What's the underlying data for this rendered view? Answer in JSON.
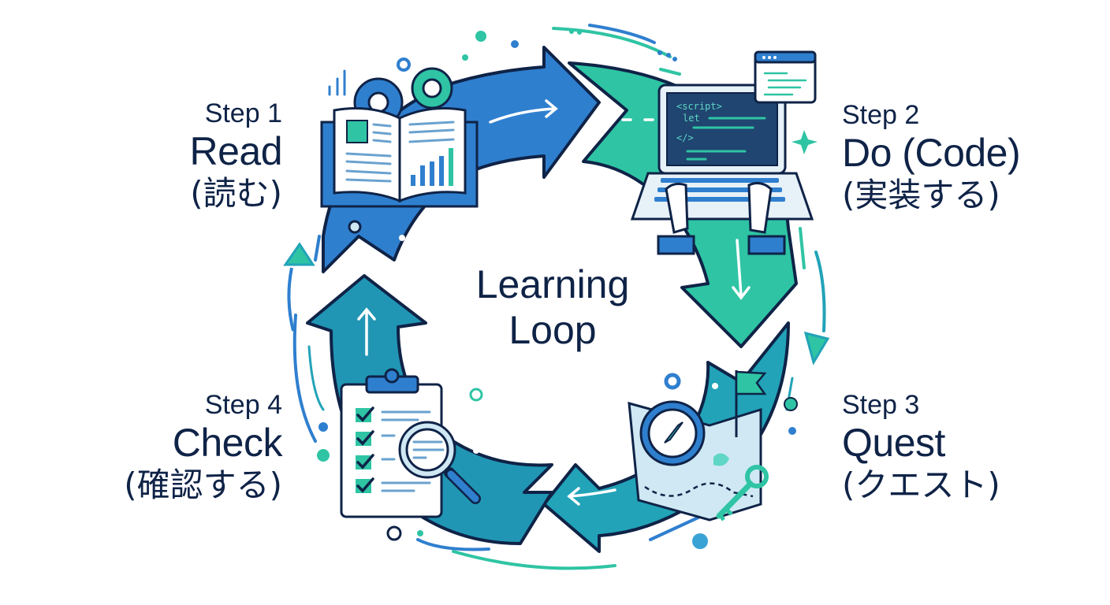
{
  "center": {
    "line1": "Learning",
    "line2": "Loop"
  },
  "steps": [
    {
      "step": "Step 1",
      "title": "Read",
      "jp": "(読む)",
      "icon": "open-book-with-gears-icon",
      "color": "#2f7fcf"
    },
    {
      "step": "Step 2",
      "title": "Do (Code)",
      "jp": "(実装する)",
      "icon": "laptop-typing-hands-icon",
      "color": "#2fc4a4"
    },
    {
      "step": "Step 3",
      "title": "Quest",
      "jp": "(クエスト)",
      "icon": "compass-map-flag-key-icon",
      "color": "#22a3b8"
    },
    {
      "step": "Step 4",
      "title": "Check",
      "jp": "(確認する)",
      "icon": "clipboard-checklist-magnifier-icon",
      "color": "#2196b4"
    }
  ],
  "code_screen": {
    "line1": "<script>",
    "line2": "let",
    "line3": "</>"
  },
  "colors": {
    "text": "#0f2347",
    "outline": "#0f2347",
    "blue": "#2f7fcf",
    "teal": "#2fc4a4",
    "cyan": "#22a3b8",
    "light": "#cfe8f3"
  }
}
